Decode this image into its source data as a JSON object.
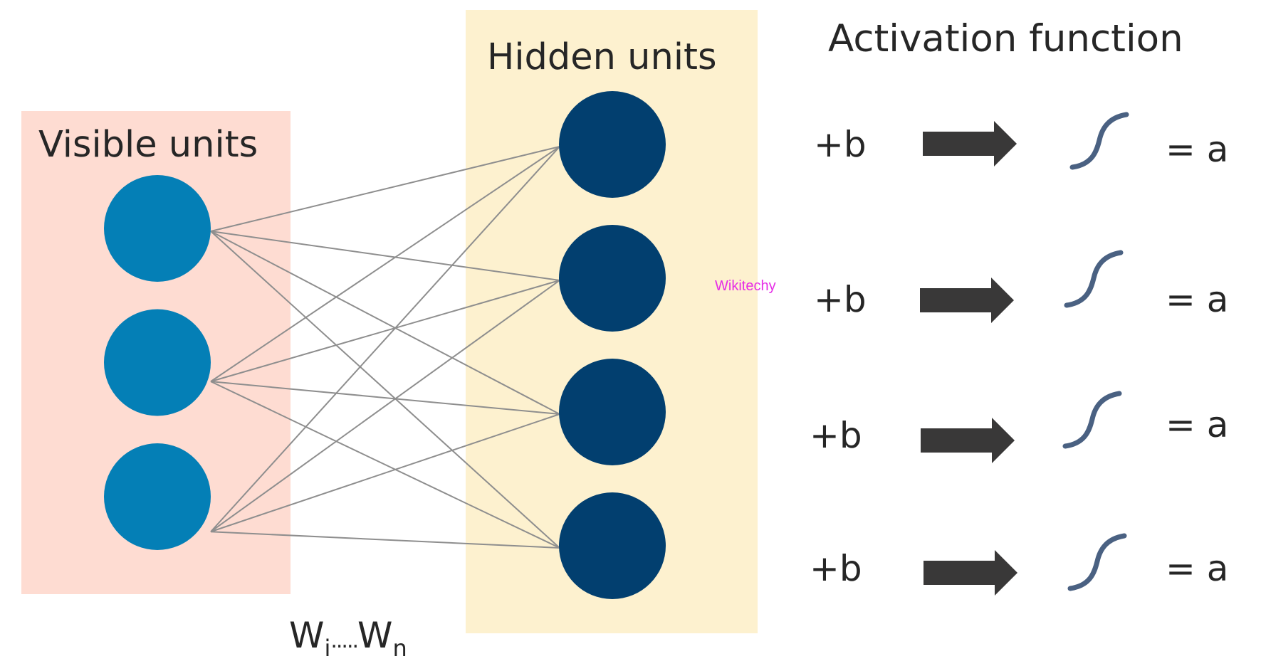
{
  "colors": {
    "visible_panel": "#fedcd2",
    "hidden_panel": "#fdf1cf",
    "visible_unit": "#047fb6",
    "hidden_unit": "#023f6f",
    "connection": "#8e8e8e",
    "arrow": "#393838",
    "sigmoid": "#4a6182",
    "text": "#262626",
    "watermark": "#e62ce6"
  },
  "visible_layer": {
    "title": "Visible units",
    "unit_count": 3
  },
  "hidden_layer": {
    "title": "Hidden units",
    "unit_count": 4
  },
  "weights_label": {
    "base_start": "W",
    "sub_start": "i",
    "dots": ".....",
    "base_end": "W",
    "sub_end": "n"
  },
  "activation": {
    "title": "Activation function",
    "rows": [
      {
        "bias": "+b",
        "icon": "right-arrow-icon",
        "function_icon": "sigmoid-icon",
        "result": "= a"
      },
      {
        "bias": "+b",
        "icon": "right-arrow-icon",
        "function_icon": "sigmoid-icon",
        "result": "= a"
      },
      {
        "bias": "+b",
        "icon": "right-arrow-icon",
        "function_icon": "sigmoid-icon",
        "result": "= a"
      },
      {
        "bias": "+b",
        "icon": "right-arrow-icon",
        "function_icon": "sigmoid-icon",
        "result": "= a"
      }
    ]
  },
  "connections": "fully-connected",
  "watermark": "Wikitechy"
}
